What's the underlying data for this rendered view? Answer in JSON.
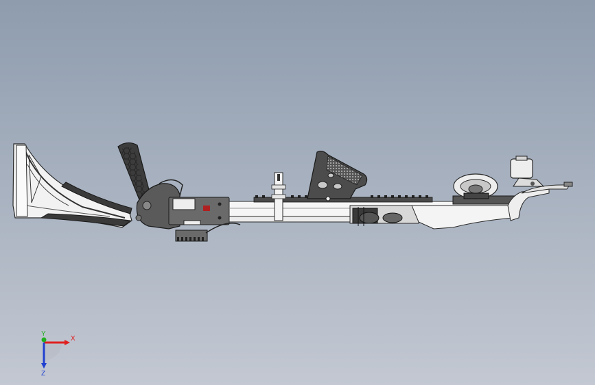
{
  "scene": {
    "background_top": "#8e9cae",
    "background_bottom": "#c3c8d2",
    "part_fill": "#f2f2f2",
    "part_dark": "#4a4a4a",
    "edge_color": "#2a2a2a"
  },
  "triad": {
    "x_label": "X",
    "y_label": "Y",
    "z_label": "Z",
    "x_color": "#e02020",
    "y_color": "#20b020",
    "z_color": "#2040d0"
  }
}
